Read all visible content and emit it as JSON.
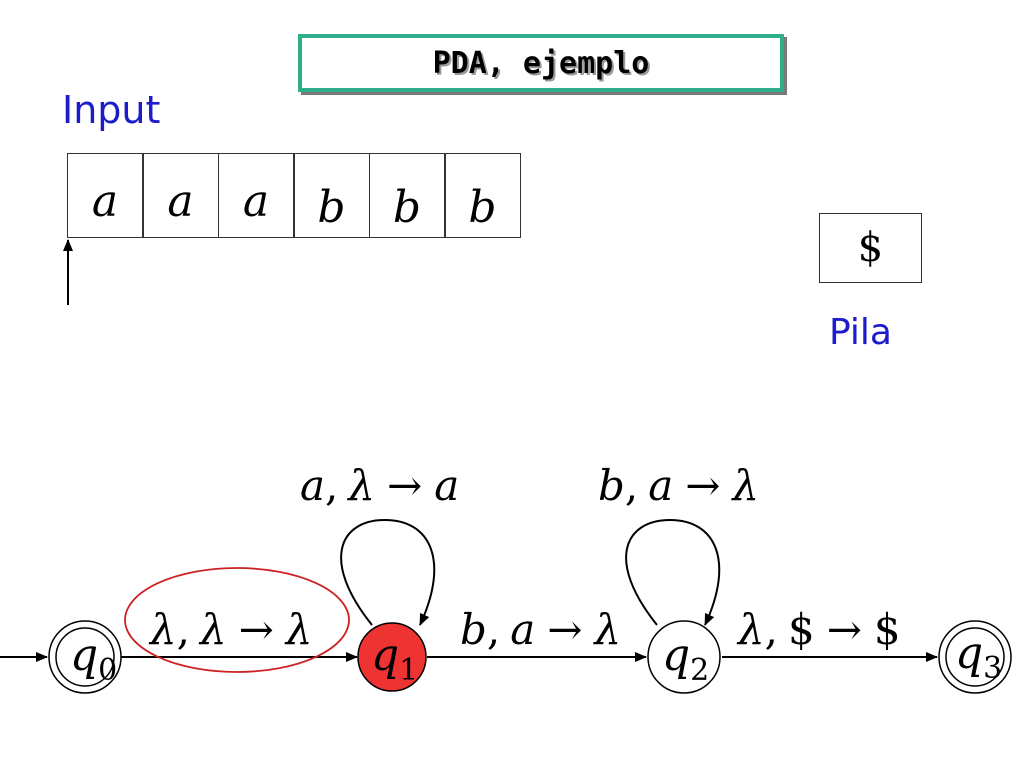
{
  "title": "PDA, ejemplo",
  "input_label": "Input",
  "stack_label": "Pila",
  "tape": [
    "a",
    "a",
    "a",
    "b",
    "b",
    "b"
  ],
  "stack": [
    "$"
  ],
  "states": [
    {
      "name": "q",
      "sub": "0",
      "accepting": true,
      "highlighted": false
    },
    {
      "name": "q",
      "sub": "1",
      "accepting": false,
      "highlighted": true
    },
    {
      "name": "q",
      "sub": "2",
      "accepting": false,
      "highlighted": false
    },
    {
      "name": "q",
      "sub": "3",
      "accepting": true,
      "highlighted": false
    }
  ],
  "transitions": {
    "q0_q1": {
      "read": "λ",
      "pop": "λ",
      "arrow": "→",
      "push": "λ"
    },
    "q1_q1": {
      "read": "a",
      "pop": "λ",
      "arrow": "→",
      "push": "a"
    },
    "q1_q2": {
      "read": "b",
      "pop": "a",
      "arrow": "→",
      "push": "λ"
    },
    "q2_q2": {
      "read": "b",
      "pop": "a",
      "arrow": "→",
      "push": "λ"
    },
    "q2_q3": {
      "read": "λ",
      "pop": "$",
      "arrow": "→",
      "push": "$"
    }
  },
  "comma": ",",
  "colors": {
    "accent_title_border": "#2fae8a",
    "label_blue": "#1c1ccc",
    "highlight_state": "#ee3333",
    "highlight_ellipse": "#cc2222"
  }
}
